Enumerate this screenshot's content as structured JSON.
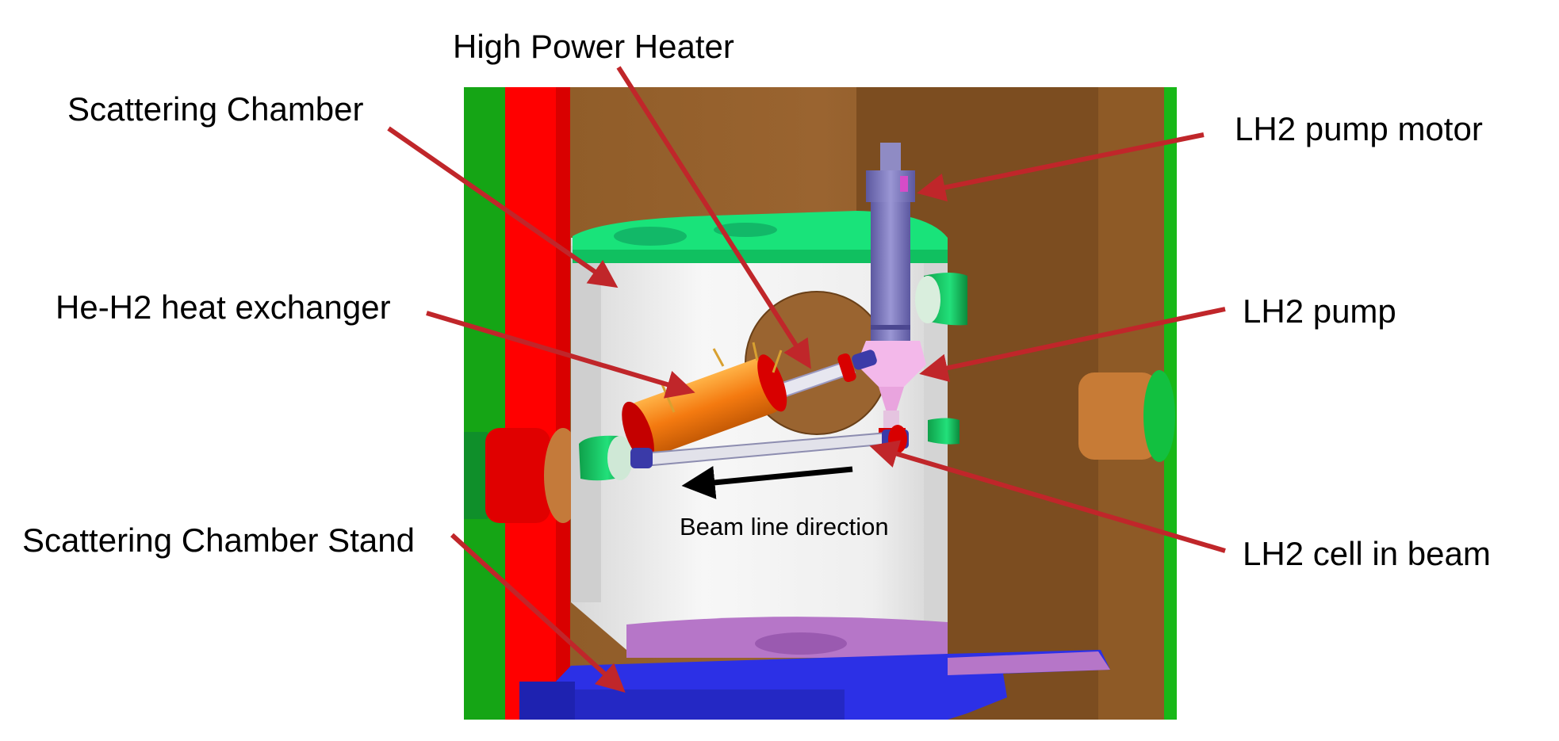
{
  "labels": {
    "high_power_heater": "High Power Heater",
    "scattering_chamber": "Scattering Chamber",
    "lh2_pump_motor": "LH2 pump motor",
    "he_h2_heat_exchanger": "He-H2 heat exchanger",
    "lh2_pump": "LH2 pump",
    "beam_line_direction": "Beam line direction",
    "scattering_chamber_stand": "Scattering Chamber Stand",
    "lh2_cell_in_beam": "LH2 cell in beam"
  },
  "colors": {
    "pointer_arrow": "#c0262a",
    "beam_arrow": "#000000",
    "outer_green": "#15a515",
    "red_panel": "#ff0000",
    "brown_wall": "#8e5a26",
    "chamber_white": "#eeeeee",
    "chamber_lid": "#19e37a",
    "chamber_floor": "#b676c8",
    "stand_blue": "#2c30e6",
    "heat_exchanger_orange": "#f47a10",
    "pump_purple": "#7a76b8",
    "pump_pink": "#f3b8ea"
  }
}
